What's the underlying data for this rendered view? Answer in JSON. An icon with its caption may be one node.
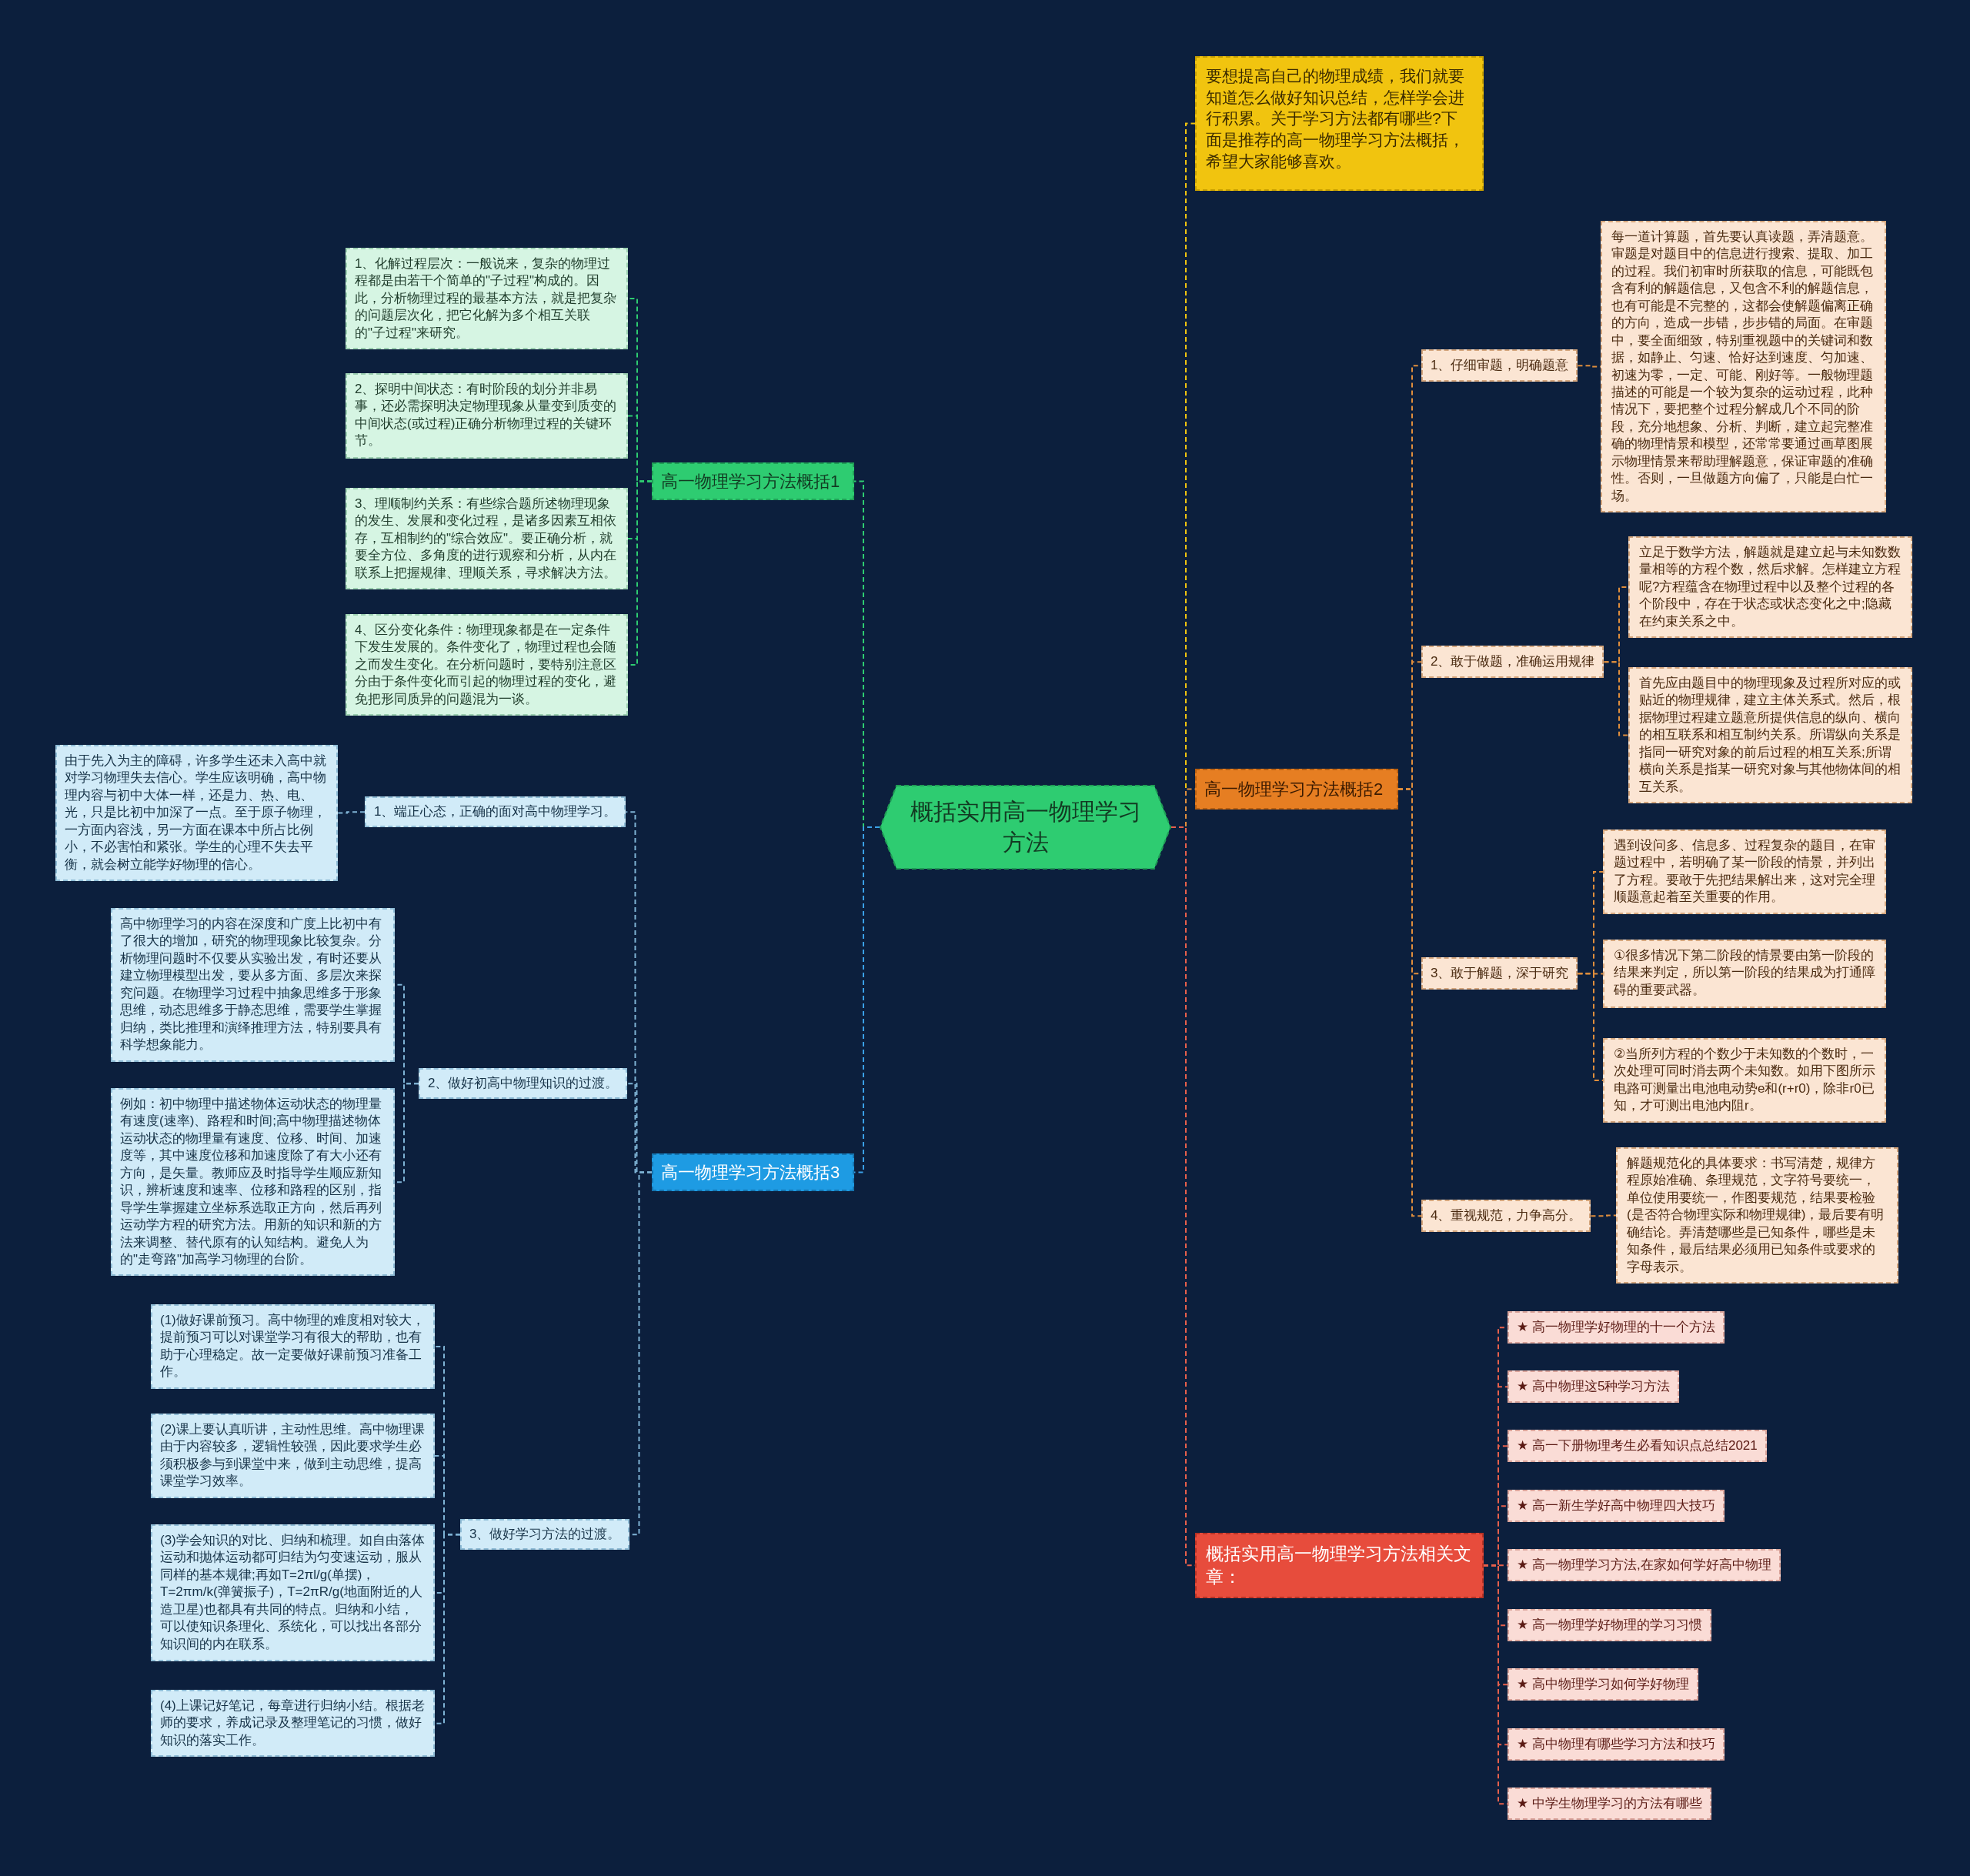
{
  "diagram": {
    "nodes": [
      {
        "text": [
          "概括实用高一物理学习方法"
        ]
      },
      {
        "text": [
          "要想提高自己的物理成绩，我们就要知道怎么做好知识总结，怎样学会进行积累。关于学习方法都有哪些?下面是推荐的高一物理学习方法概括，希望大家能够喜欢。"
        ]
      },
      {
        "text": [
          "高一物理学习方法概括1"
        ]
      },
      {
        "text": [
          "1、化解过程层次：一般说来，复杂的物理过程都是由若干个简单的\"子过程\"构成的。因此，分析物理过程的最基本方法，就是把复杂的问题层次化，把它化解为多个相互关联的\"子过程\"来研究。"
        ]
      },
      {
        "text": [
          "2、探明中间状态：有时阶段的划分并非易事，还必需探明决定物理现象从量变到质变的中间状态(或过程)正确分析物理过程的关键环节。"
        ]
      },
      {
        "text": [
          "3、理顺制约关系：有些综合题所述物理现象的发生、发展和变化过程，是诸多因素互相依存，互相制约的\"综合效应\"。要正确分析，就要全方位、多角度的进行观察和分析，从内在联系上把握规律、理顺关系，寻求解决方法。"
        ]
      },
      {
        "text": [
          "4、区分变化条件：物理现象都是在一定条件下发生发展的。条件变化了，物理过程也会随之而发生变化。在分析问题时，要特别注意区分由于条件变化而引起的物理过程的变化，避免把形同质异的问题混为一谈。"
        ]
      },
      {
        "text": [
          "高一物理学习方法概括2"
        ]
      },
      {
        "text": [
          "1、仔细审题，明确题意"
        ]
      },
      {
        "text": [
          "每一道计算题，首先要认真读题，弄清题意。审题是对题目中的信息进行搜索、提取、加工的过程。我们初审时所获取的信息，可能既包含有利的解题信息，又包含不利的解题信息，也有可能是不完整的，这都会使解题偏离正确的方向，造成一步错，步步错的局面。在审题中，要全面细致，特别重视题中的关键词和数据，如静止、匀速、恰好达到速度、匀加速、初速为零，一定、可能、刚好等。一般物理题描述的可能是一个较为复杂的运动过程，此种情况下，要把整个过程分解成几个不同的阶段，充分地想象、分析、判断，建立起完整准确的物理情景和模型，还常常要通过画草图展示物理情景来帮助理解题意，保证审题的准确性。否则，一旦做题方向偏了，只能是白忙一场。"
        ]
      },
      {
        "text": [
          "2、敢于做题，准确运用规律"
        ]
      },
      {
        "text": [
          "立足于数学方法，解题就是建立起与未知数数量相等的方程个数，然后求解。怎样建立方程呢?方程蕴含在物理过程中以及整个过程的各个阶段中，存在于状态或状态变化之中;隐藏在约束关系之中。"
        ]
      },
      {
        "text": [
          "首先应由题目中的物理现象及过程所对应的或贴近的物理规律，建立主体关系式。然后，根据物理过程建立题意所提供信息的纵向、横向的相互联系和相互制约关系。所谓纵向关系是指同一研究对象的前后过程的相互关系;所谓横向关系是指某一研究对象与其他物体间的相互关系。"
        ]
      },
      {
        "text": [
          "3、敢于解题，深于研究"
        ]
      },
      {
        "text": [
          "遇到设问多、信息多、过程复杂的题目，在审题过程中，若明确了某一阶段的情景，并列出了方程。要敢于先把结果解出来，这对完全理顺题意起着至关重要的作用。"
        ]
      },
      {
        "text": [
          "①很多情况下第二阶段的情景要由第一阶段的结果来判定，所以第一阶段的结果成为打通障碍的重要武器。"
        ]
      },
      {
        "text": [
          "②当所列方程的个数少于未知数的个数时，一次处理可同时消去两个未知数。如用下图所示电路可测量出电池电动势e和(r+r0)，除非r0已知，才可测出电池内阻r。"
        ]
      },
      {
        "text": [
          "4、重视规范，力争高分。"
        ]
      },
      {
        "text": [
          "解题规范化的具体要求：书写清楚，规律方程原始准确、条理规范，文字符号要统一，单位使用要统一，作图要规范，结果要检验(是否符合物理实际和物理规律)，最后要有明确结论。弄清楚哪些是已知条件，哪些是未知条件，最后结果必须用已知条件或要求的字母表示。"
        ]
      },
      {
        "text": [
          "高一物理学习方法概括3"
        ]
      },
      {
        "text": [
          "1、端正心态，正确的面对高中物理学习。"
        ]
      },
      {
        "text": [
          "由于先入为主的障碍，许多学生还未入高中就对学习物理失去信心。学生应该明确，高中物理内容与初中大体一样，还是力、热、电、光，只是比初中加深了一点。至于原子物理，一方面内容浅，另一方面在课本中所占比例小，不必害怕和紧张。学生的心理不失去平衡，就会树立能学好物理的信心。"
        ]
      },
      {
        "text": [
          "2、做好初高中物理知识的过渡。"
        ]
      },
      {
        "text": [
          "高中物理学习的内容在深度和广度上比初中有了很大的增加，研究的物理现象比较复杂。分析物理问题时不仅要从实验出发，有时还要从建立物理模型出发，要从多方面、多层次来探究问题。在物理学习过程中抽象思维多于形象思维，动态思维多于静态思维，需要学生掌握归纳，类比推理和演绎推理方法，特别要具有科学想象能力。"
        ]
      },
      {
        "text": [
          "例如：初中物理中描述物体运动状态的物理量有速度(速率)、路程和时间;高中物理描述物体运动状态的物理量有速度、位移、时间、加速度等，其中速度位移和加速度除了有大小还有方向，是矢量。教师应及时指导学生顺应新知识，辨析速度和速率、位移和路程的区别，指导学生掌握建立坐标系选取正方向，然后再列运动学方程的研究方法。用新的知识和新的方法来调整、替代原有的认知结构。避免人为的\"走弯路\"加高学习物理的台阶。"
        ]
      },
      {
        "text": [
          "3、做好学习方法的过渡。"
        ]
      },
      {
        "text": [
          "(1)做好课前预习。高中物理的难度相对较大，提前预习可以对课堂学习有很大的帮助，也有助于心理稳定。故一定要做好课前预习准备工作。"
        ]
      },
      {
        "text": [
          "(2)课上要认真听讲，主动性思维。高中物理课由于内容较多，逻辑性较强，因此要求学生必须积极参与到课堂中来，做到主动思维，提高课堂学习效率。"
        ]
      },
      {
        "text": [
          "(3)学会知识的对比、归纳和梳理。如自由落体运动和抛体运动都可归结为匀变速运动，服从同样的基本规律;再如T=2πl/g(单摆)，T=2πm/k(弹簧振子)，T=2πR/g(地面附近的人造卫星)也都具有共同的特点。归纳和小结，可以使知识条理化、系统化，可以找出各部分知识间的内在联系。"
        ]
      },
      {
        "text": [
          "(4)上课记好笔记，每章进行归纳小结。根据老师的要求，养成记录及整理笔记的习惯，做好知识的落实工作。"
        ]
      },
      {
        "text": [
          "概括实用高一物理学习方法相关文章："
        ]
      },
      {
        "text": [
          "★ 高一物理学好物理的十一个方法"
        ]
      },
      {
        "text": [
          "★ 高中物理这5种学习方法"
        ]
      },
      {
        "text": [
          "★ 高一下册物理考生必看知识点总结2021"
        ]
      },
      {
        "text": [
          "★ 高一新生学好高中物理四大技巧"
        ]
      },
      {
        "text": [
          "★ 高一物理学习方法,在家如何学好高中物理"
        ]
      },
      {
        "text": [
          "★ 高一物理学好物理的学习习惯"
        ]
      },
      {
        "text": [
          "★ 高中物理学习如何学好物理"
        ]
      },
      {
        "text": [
          "★ 高中物理有哪些学习方法和技巧"
        ]
      },
      {
        "text": [
          "★ 中学生物理学习的方法有哪些"
        ]
      }
    ],
    "edges": [
      {
        "from": 0,
        "to": 1,
        "arrow": "none",
        "color": "#f1c40f"
      },
      {
        "from": 0,
        "to": 2,
        "arrow": "none",
        "color": "#2ecc71"
      },
      {
        "from": 2,
        "to": 3,
        "arrow": "none",
        "color": "#2ecc71"
      },
      {
        "from": 2,
        "to": 4,
        "arrow": "none",
        "color": "#2ecc71"
      },
      {
        "from": 2,
        "to": 5,
        "arrow": "none",
        "color": "#2ecc71"
      },
      {
        "from": 2,
        "to": 6,
        "arrow": "none",
        "color": "#2ecc71"
      },
      {
        "from": 0,
        "to": 7,
        "arrow": "none"
      },
      {
        "from": 7,
        "to": 8,
        "arrow": "none"
      },
      {
        "from": 8,
        "to": 9,
        "arrow": "none"
      },
      {
        "from": 7,
        "to": 10,
        "arrow": "none"
      },
      {
        "from": 10,
        "to": 11,
        "arrow": "none"
      },
      {
        "from": 10,
        "to": 12,
        "arrow": "none"
      },
      {
        "from": 7,
        "to": 13,
        "arrow": "none"
      },
      {
        "from": 13,
        "to": 14,
        "arrow": "none"
      },
      {
        "from": 13,
        "to": 15,
        "arrow": "none"
      },
      {
        "from": 13,
        "to": 16,
        "arrow": "none"
      },
      {
        "from": 7,
        "to": 17,
        "arrow": "none"
      },
      {
        "from": 17,
        "to": 18,
        "arrow": "none"
      },
      {
        "from": 0,
        "to": 19,
        "arrow": "none",
        "color": "#3aa0e8"
      },
      {
        "from": 19,
        "to": 20,
        "arrow": "none",
        "color": "#7fb3d5"
      },
      {
        "from": 20,
        "to": 21,
        "arrow": "none",
        "color": "#7fb3d5"
      },
      {
        "from": 19,
        "to": 22,
        "arrow": "none",
        "color": "#7fb3d5"
      },
      {
        "from": 22,
        "to": 23,
        "arrow": "none",
        "color": "#7fb3d5"
      },
      {
        "from": 22,
        "to": 24,
        "arrow": "none",
        "color": "#7fb3d5"
      },
      {
        "from": 19,
        "to": 25,
        "arrow": "none",
        "color": "#7fb3d5"
      },
      {
        "from": 25,
        "to": 26,
        "arrow": "none",
        "color": "#7fb3d5"
      },
      {
        "from": 25,
        "to": 27,
        "arrow": "none",
        "color": "#7fb3d5"
      },
      {
        "from": 25,
        "to": 28,
        "arrow": "none",
        "color": "#7fb3d5"
      },
      {
        "from": 25,
        "to": 29,
        "arrow": "none",
        "color": "#7fb3d5"
      },
      {
        "from": 0,
        "to": 30,
        "arrow": "none",
        "color": "#e8604c"
      },
      {
        "from": 30,
        "to": 31,
        "arrow": "none",
        "color": "#e8604c"
      },
      {
        "from": 30,
        "to": 32,
        "arrow": "none",
        "color": "#e8604c"
      },
      {
        "from": 30,
        "to": 33,
        "arrow": "none",
        "color": "#e8604c"
      },
      {
        "from": 30,
        "to": 34,
        "arrow": "none",
        "color": "#e8604c"
      },
      {
        "from": 30,
        "to": 35,
        "arrow": "none",
        "color": "#e8604c"
      },
      {
        "from": 30,
        "to": 36,
        "arrow": "none",
        "color": "#e8604c"
      },
      {
        "from": 30,
        "to": 37,
        "arrow": "none",
        "color": "#e8604c"
      },
      {
        "from": 30,
        "to": 38,
        "arrow": "none",
        "color": "#e8604c"
      },
      {
        "from": 30,
        "to": 39,
        "arrow": "none",
        "color": "#e8604c"
      }
    ]
  }
}
